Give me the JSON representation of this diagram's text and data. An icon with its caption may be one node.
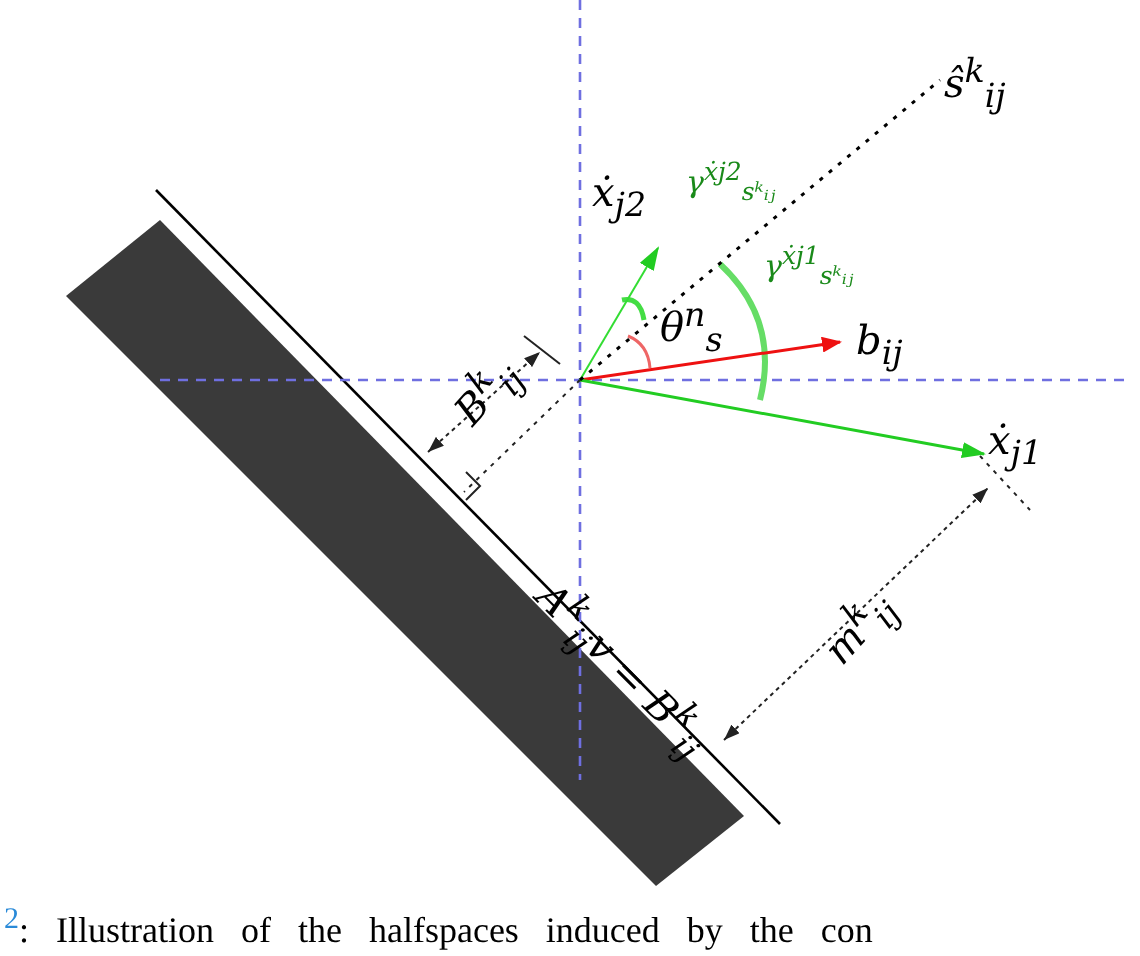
{
  "diagram": {
    "caption": "$^{2}$: Illustration of the halfspaces induced by the con",
    "nodes": [
      {
        "text": [
          "ẋ$_{j2}$"
        ]
      },
      {
        "text": [
          "b$_{ij}$"
        ]
      },
      {
        "text": [
          "ẋ$_{j1}$"
        ]
      },
      {
        "text": [
          "ŝ$^{k}$$_{ij}$"
        ]
      }
    ],
    "edges": [
      {
        "from": null,
        "to": 0,
        "arrow": "to",
        "color": "#33dd33"
      },
      {
        "from": null,
        "to": 1,
        "arrow": "to",
        "color": "#ee1111"
      },
      {
        "from": null,
        "to": 2,
        "arrow": "to",
        "color": "#22cc22"
      },
      {
        "from": null,
        "to": 3,
        "arrow": "none",
        "style": "dashed",
        "color": "#000000"
      }
    ],
    "labels": [
      "γ$^{ẋj2}$$_{sᵏᵢⱼ}$",
      "γ$^{ẋj1}$$_{sᵏᵢⱼ}$",
      "θ$^{n}$$_{s}$",
      "B$^{k}$$_{ij}$",
      "A$^{k}$$_{ij}$v = B$^{k}$$_{ij}$",
      "m$^{k}$$_{ij}$"
    ]
  }
}
